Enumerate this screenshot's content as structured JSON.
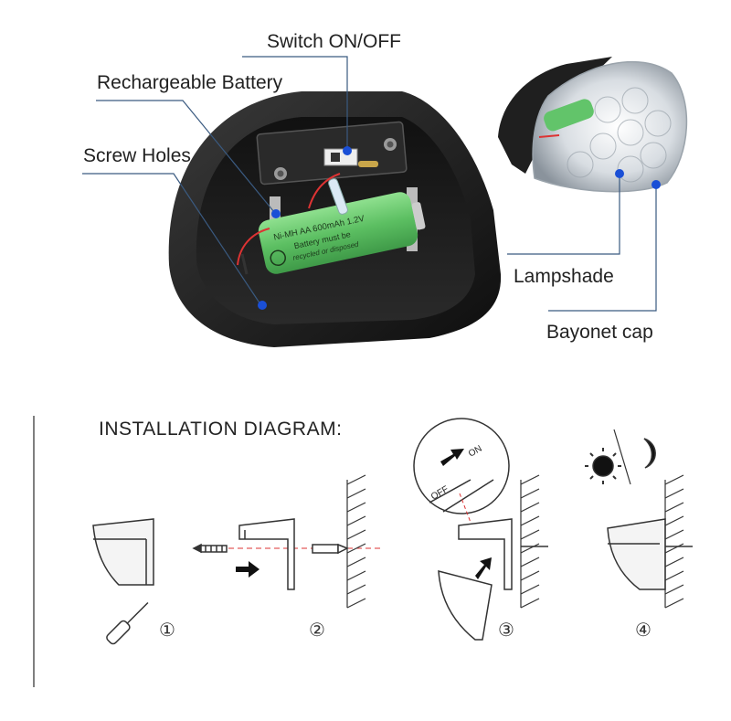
{
  "labels": {
    "switch": "Switch ON/OFF",
    "battery": "Rechargeable Battery",
    "screw_holes": "Screw Holes",
    "lampshade": "Lampshade",
    "bayonet_cap": "Bayonet cap"
  },
  "battery_print": {
    "line1": "Ni-MH AA 600mAh 1.2V",
    "line2": "Battery must be",
    "line3": "recycled or disposed"
  },
  "installation": {
    "title": "INSTALLATION DIAGRAM:",
    "switch_off": "OFF",
    "switch_on": "ON",
    "steps": [
      "①",
      "②",
      "③",
      "④"
    ]
  },
  "colors": {
    "callout_line": "#3a5a80",
    "marker_dot": "#1a4fd6",
    "housing": "#1e1e1e",
    "battery": "#62c46a",
    "pcb": "#2a2a2a"
  }
}
